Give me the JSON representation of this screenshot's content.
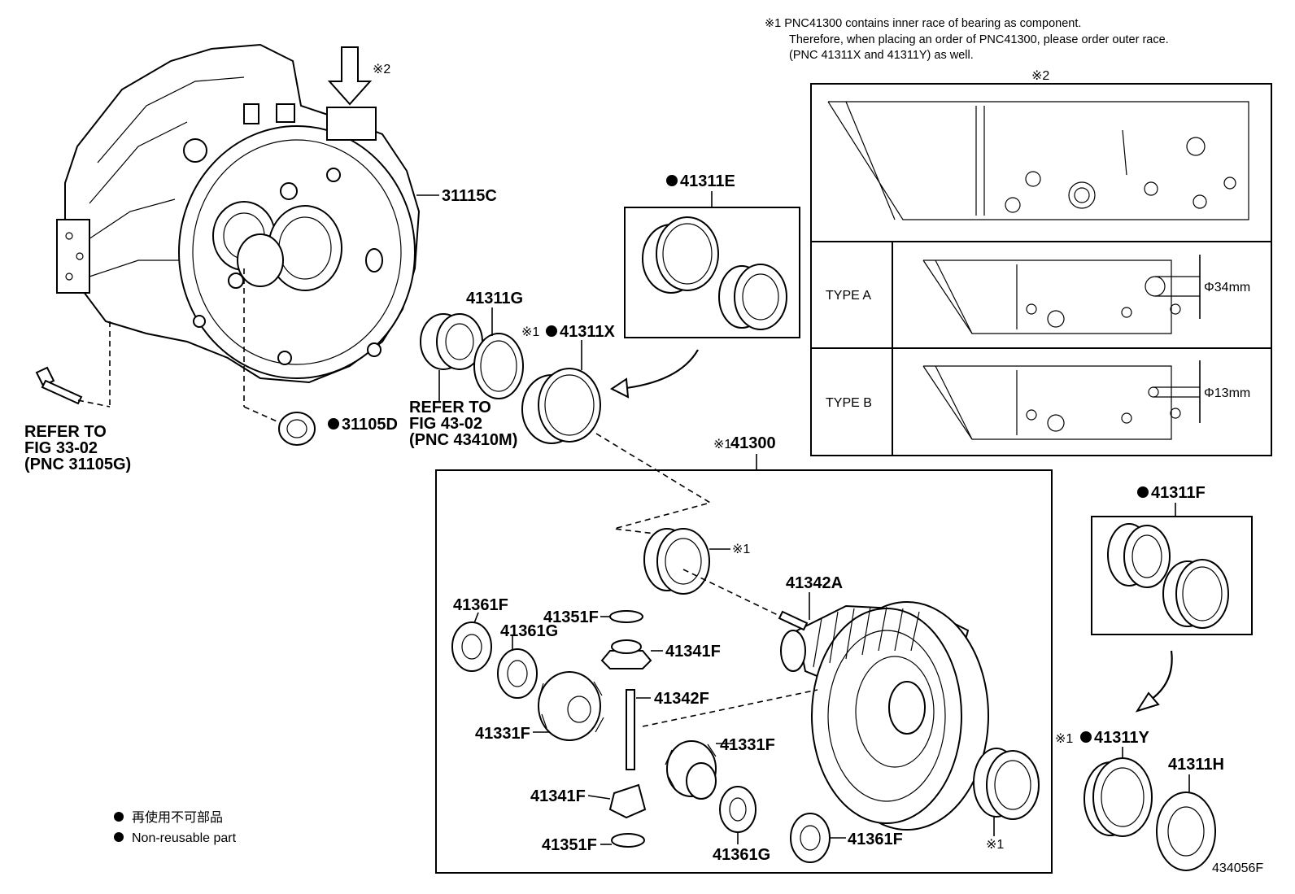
{
  "notes": {
    "note1_line1": "※1 PNC41300 contains inner race of bearing as component.",
    "note1_line2": "Therefore, when placing an order of PNC41300, please order outer race.",
    "note1_line3": "(PNC 41311X and 41311Y) as well.",
    "note2_mark": "※2"
  },
  "inset": {
    "title_mark": "※2",
    "type_a": "TYPE A",
    "type_b": "TYPE B",
    "dim_a": "Φ34mm",
    "dim_b": "Φ13mm"
  },
  "parts": {
    "p31115c": "31115C",
    "p41311e": "41311E",
    "p41311g": "41311G",
    "p41311x": "41311X",
    "p31105d": "31105D",
    "p41300": "41300",
    "p41311f": "41311F",
    "p41342a": "41342A",
    "p41361f_a": "41361F",
    "p41361g_a": "41361G",
    "p41351f_a": "41351F",
    "p41341f_a": "41341F",
    "p41342f": "41342F",
    "p41331f_a": "41331F",
    "p41331f_b": "41331F",
    "p41341f_b": "41341F",
    "p41351f_b": "41351F",
    "p41361g_b": "41361G",
    "p41361f_b": "41361F",
    "p41311y": "41311Y",
    "p41311h": "41311H"
  },
  "marks": {
    "ref1": "※1",
    "ref2": "※2"
  },
  "refer1": {
    "l1": "REFER TO",
    "l2": "FIG 33-02",
    "l3": "(PNC 31105G)"
  },
  "refer2": {
    "l1": "REFER TO",
    "l2": "FIG 43-02",
    "l3": "(PNC 43410M)"
  },
  "legend": {
    "jp": "再使用不可部品",
    "en": "Non-reusable part"
  },
  "figure_id": "434056F"
}
